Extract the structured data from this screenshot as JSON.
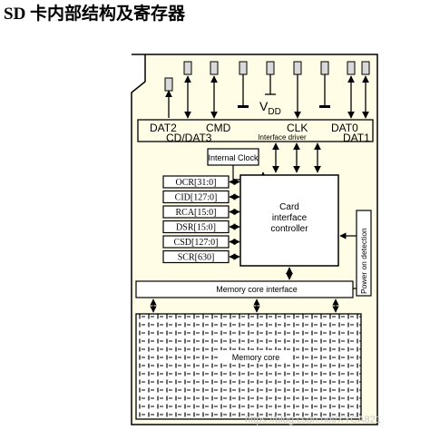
{
  "heading": "SD 卡内部结构及寄存器",
  "pins": {
    "dat2": "DAT2",
    "cd_dat3": "CD/DAT3",
    "cmd": "CMD",
    "vdd_main": "V",
    "vdd_sub": "DD",
    "clk": "CLK",
    "dat0": "DAT0",
    "dat1": "DAT1"
  },
  "blocks": {
    "interface_driver": "Interface driver",
    "internal_clock": "Internal Clock",
    "controller_line1": "Card",
    "controller_line2": "interface",
    "controller_line3": "controller",
    "power_on_detection": "Power on detection",
    "memory_core_interface": "Memory core interface",
    "memory_core": "Memory core"
  },
  "registers": [
    {
      "label": "OCR[31:0]"
    },
    {
      "label": "CID[127:0]"
    },
    {
      "label": "RCA[15:0]"
    },
    {
      "label": "DSR[15:0]"
    },
    {
      "label": "CSD[127:0]"
    },
    {
      "label": "SCR[630]"
    }
  ],
  "watermark": "https://blog.csdn.net/XYCA821",
  "colors": {
    "page_background": "#ffffff",
    "card_background": "#fffde6",
    "line": "#000000",
    "pin_fill": "#d9d9d9",
    "watermark": "#c9c9c9"
  }
}
